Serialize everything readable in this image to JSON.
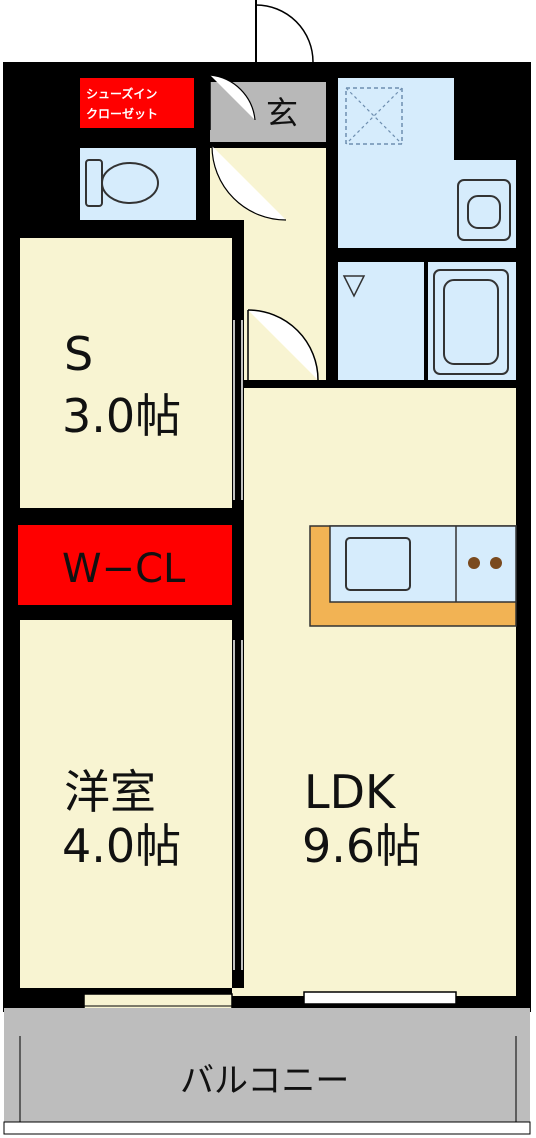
{
  "rooms": {
    "s_room": {
      "name": "S",
      "size": "3.0帖"
    },
    "western_room": {
      "name": "洋室",
      "size": "4.0帖"
    },
    "ldk": {
      "name": "LDK",
      "size": "9.6帖"
    },
    "walk_in_closet": {
      "name": "W−CL"
    },
    "shoes_in_closet": {
      "line1": "シューズイン",
      "line2": "クローゼット"
    },
    "entrance": {
      "name": "玄"
    },
    "balcony": {
      "name": "バルコニー"
    }
  },
  "colors": {
    "room_fill": "#f8f4d2",
    "wall": "#000000",
    "closet_red": "#ff0000",
    "wet_area": "#d6ecfc",
    "entrance_gray": "#b8b8b8",
    "balcony_gray": "#bdbdbd",
    "kitchen_counter": "#f2b354"
  }
}
